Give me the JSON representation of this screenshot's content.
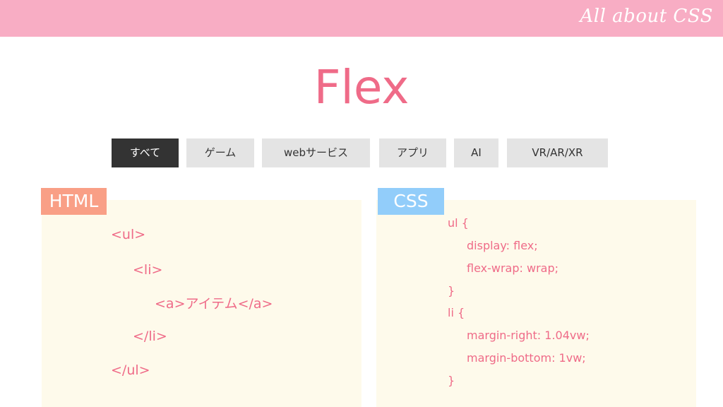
{
  "header": {
    "brand": "All about CSS"
  },
  "title": "Flex",
  "tabs": [
    {
      "label": "すべて",
      "active": true
    },
    {
      "label": "ゲーム",
      "active": false
    },
    {
      "label": "webサービス",
      "active": false
    },
    {
      "label": "アプリ",
      "active": false
    },
    {
      "label": "AI",
      "active": false
    },
    {
      "label": "VR/AR/XR",
      "active": false
    }
  ],
  "html_panel": {
    "tag": "HTML",
    "lines": [
      "<ul>",
      "<li>",
      "<a>アイテム</a>",
      "</li>",
      "</ul>"
    ]
  },
  "css_panel": {
    "tag": "CSS",
    "lines": [
      "ul {",
      "display: flex;",
      "flex-wrap: wrap;",
      "}",
      "li {",
      "margin-right: 1.04vw;",
      "margin-bottom: 1vw;",
      "}"
    ]
  },
  "colors": {
    "header_bar": "#f8adc4",
    "accent_pink": "#ef6b88",
    "html_tag": "#f99f86",
    "css_tag": "#92cdfa",
    "panel_bg": "#fefaeb",
    "tab_active": "#333333",
    "tab_inactive": "#e4e4e4"
  }
}
